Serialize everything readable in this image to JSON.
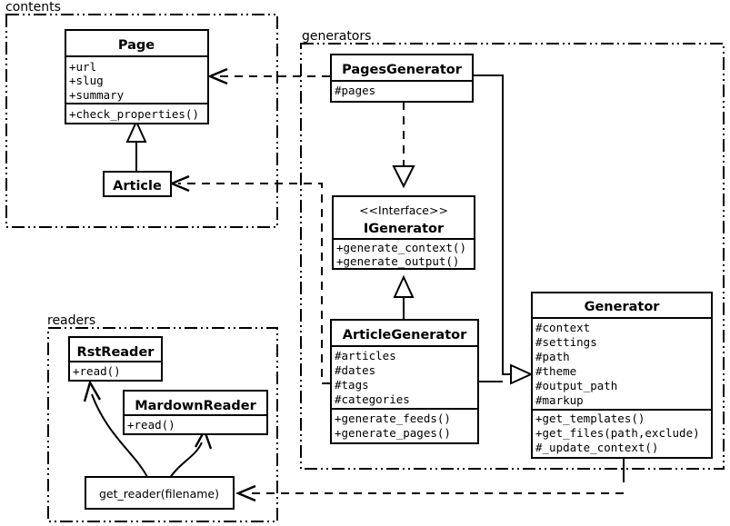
{
  "diagram": {
    "type": "uml-class-diagram",
    "packages": [
      {
        "id": "contents",
        "label": "contents"
      },
      {
        "id": "generators",
        "label": "generators"
      },
      {
        "id": "readers",
        "label": "readers"
      }
    ],
    "classes": [
      {
        "id": "page",
        "name": "Page",
        "stereotype": "",
        "package": "contents",
        "attributes": [
          "+url",
          "+slug",
          "+summary"
        ],
        "methods": [
          "+check_properties()"
        ]
      },
      {
        "id": "article",
        "name": "Article",
        "stereotype": "",
        "package": "contents",
        "attributes": [],
        "methods": []
      },
      {
        "id": "pagesgenerator",
        "name": "PagesGenerator",
        "stereotype": "",
        "package": "generators",
        "attributes": [
          "#pages"
        ],
        "methods": []
      },
      {
        "id": "igenerator",
        "name": "IGenerator",
        "stereotype": "<<Interface>>",
        "package": "generators",
        "attributes": [],
        "methods": [
          "+generate_context()",
          "+generate_output()"
        ]
      },
      {
        "id": "articlegenerator",
        "name": "ArticleGenerator",
        "stereotype": "",
        "package": "generators",
        "attributes": [
          "#articles",
          "#dates",
          "#tags",
          "#categories"
        ],
        "methods": [
          "+generate_feeds()",
          "+generate_pages()"
        ]
      },
      {
        "id": "generator",
        "name": "Generator",
        "stereotype": "",
        "package": "generators",
        "attributes": [
          "#context",
          "#settings",
          "#path",
          "#theme",
          "#output_path",
          "#markup"
        ],
        "methods": [
          "+get_templates()",
          "+get_files(path,exclude)",
          "#_update_context()"
        ]
      },
      {
        "id": "rstreader",
        "name": "RstReader",
        "stereotype": "",
        "package": "readers",
        "attributes": [],
        "methods": [
          "+read()"
        ]
      },
      {
        "id": "mardownreader",
        "name": "MardownReader",
        "stereotype": "",
        "package": "readers",
        "attributes": [],
        "methods": [
          "+read()"
        ]
      }
    ],
    "functions": [
      {
        "id": "get_reader",
        "label": "get_reader(filename)",
        "package": "readers"
      }
    ],
    "relationships": [
      {
        "from": "pagesgenerator",
        "to": "page",
        "type": "dependency",
        "style": "dashed-open-arrow"
      },
      {
        "from": "articlegenerator",
        "to": "article",
        "type": "dependency",
        "style": "dashed-open-arrow"
      },
      {
        "from": "article",
        "to": "page",
        "type": "generalization",
        "style": "solid-hollow-triangle"
      },
      {
        "from": "pagesgenerator",
        "to": "igenerator",
        "type": "realization",
        "style": "dashed-hollow-triangle"
      },
      {
        "from": "articlegenerator",
        "to": "igenerator",
        "type": "realization",
        "style": "solid-hollow-triangle"
      },
      {
        "from": "pagesgenerator",
        "to": "generator",
        "type": "generalization",
        "style": "solid-hollow-triangle"
      },
      {
        "from": "articlegenerator",
        "to": "generator",
        "type": "generalization",
        "style": "solid-hollow-triangle"
      },
      {
        "from": "generator",
        "to": "get_reader",
        "type": "dependency",
        "style": "dashed-open-arrow"
      },
      {
        "from": "get_reader",
        "to": "rstreader",
        "type": "creates",
        "style": "curved-open-arrow"
      },
      {
        "from": "get_reader",
        "to": "mardownreader",
        "type": "creates",
        "style": "curved-open-arrow"
      }
    ],
    "colors": {
      "background": "#ffffff",
      "stroke": "#000000",
      "fill": "#ffffff"
    }
  }
}
